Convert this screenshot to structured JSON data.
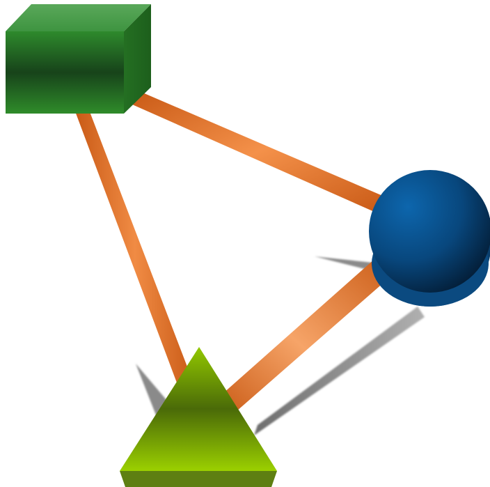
{
  "diagram": {
    "nodes": [
      {
        "id": "cube",
        "shape": "cube",
        "color": "#2e8b2e"
      },
      {
        "id": "sphere",
        "shape": "sphere",
        "color": "#0a4f8c"
      },
      {
        "id": "triangle",
        "shape": "triangle",
        "color": "#8fc400"
      }
    ],
    "edges": [
      {
        "from": "cube",
        "to": "sphere",
        "color": "#e8762b"
      },
      {
        "from": "cube",
        "to": "triangle",
        "color": "#e8762b"
      },
      {
        "from": "sphere",
        "to": "triangle",
        "color": "#e8762b"
      }
    ],
    "colors": {
      "background": "#ffffff",
      "connector": "#e8762b",
      "shadow": "#8a8a8a"
    }
  }
}
